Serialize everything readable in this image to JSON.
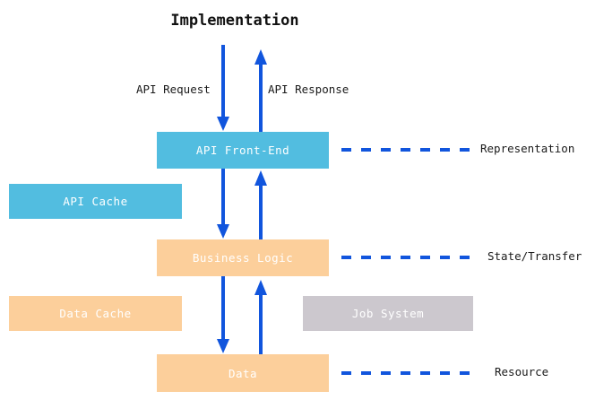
{
  "diagram": {
    "title": "Implementation",
    "colors": {
      "blue": "#52bde0",
      "peach": "#fccf9b",
      "gray": "#ccc8ce",
      "arrow": "#1155dd",
      "text_on_box": "#ffffff",
      "text": "#1a1a1a"
    },
    "nodes": [
      {
        "id": "api-front-end",
        "label": "API Front-End",
        "color": "blue",
        "column": "center"
      },
      {
        "id": "api-cache",
        "label": "API Cache",
        "color": "blue",
        "column": "left"
      },
      {
        "id": "business-logic",
        "label": "Business Logic",
        "color": "peach",
        "column": "center"
      },
      {
        "id": "data-cache",
        "label": "Data Cache",
        "color": "peach",
        "column": "left"
      },
      {
        "id": "job-system",
        "label": "Job System",
        "color": "gray",
        "column": "right"
      },
      {
        "id": "data",
        "label": "Data",
        "color": "peach",
        "column": "center"
      }
    ],
    "flow_labels": {
      "request": "API Request",
      "response": "API Response"
    },
    "side_labels": [
      {
        "id": "representation",
        "label": "Representation",
        "connects_to": "api-front-end"
      },
      {
        "id": "state-transfer",
        "label": "State/Transfer",
        "connects_to": "business-logic"
      },
      {
        "id": "resource",
        "label": "Resource",
        "connects_to": "data"
      }
    ],
    "arrows": [
      {
        "id": "request-in",
        "direction": "down",
        "from": "external",
        "to": "api-front-end"
      },
      {
        "id": "response-out",
        "direction": "up",
        "from": "api-front-end",
        "to": "external"
      },
      {
        "id": "frontend-to-logic",
        "direction": "down",
        "from": "api-front-end",
        "to": "business-logic"
      },
      {
        "id": "logic-to-frontend",
        "direction": "up",
        "from": "business-logic",
        "to": "api-front-end"
      },
      {
        "id": "logic-to-data",
        "direction": "down",
        "from": "business-logic",
        "to": "data"
      },
      {
        "id": "data-to-logic",
        "direction": "up",
        "from": "data",
        "to": "business-logic"
      }
    ]
  }
}
